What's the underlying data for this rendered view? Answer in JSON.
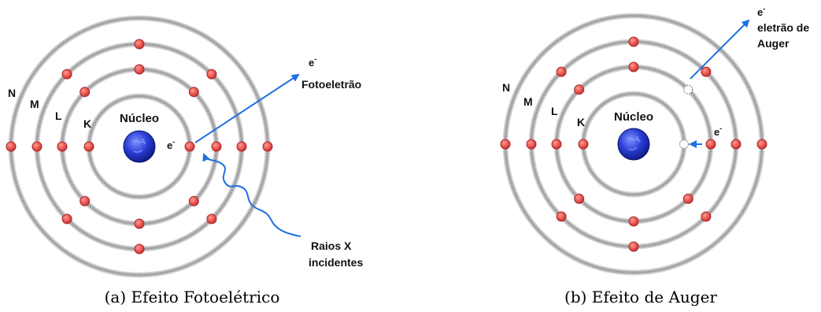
{
  "colors": {
    "orbit": "#a9a9a9",
    "electron_fill": "#e8514f",
    "electron_stroke": "#a52a2a",
    "nucleus": "#2234c8",
    "nucleus_highlight": "#5a74f0",
    "arrow": "#1e6fe0"
  },
  "panel_a": {
    "shell_labels": [
      "N",
      "M",
      "L",
      "K"
    ],
    "nucleus_label": "Núcleo",
    "electron_label": "e",
    "electron_sup": "-",
    "photoelectron_symbol": "e",
    "photoelectron_sup": "-",
    "photoelectron_label": "Fotoeletrão",
    "incoming_line1": "Raios X",
    "incoming_line2": "incidentes",
    "caption": "(a) Efeito Fotoelétrico"
  },
  "panel_b": {
    "shell_labels": [
      "N",
      "M",
      "L",
      "K"
    ],
    "nucleus_label": "Núcleo",
    "electron_label": "e",
    "electron_sup": "-",
    "auger_symbol": "e",
    "auger_sup": "-",
    "auger_line1": "eletrão de",
    "auger_line2": "Auger",
    "caption": "(b) Efeito de Auger"
  }
}
